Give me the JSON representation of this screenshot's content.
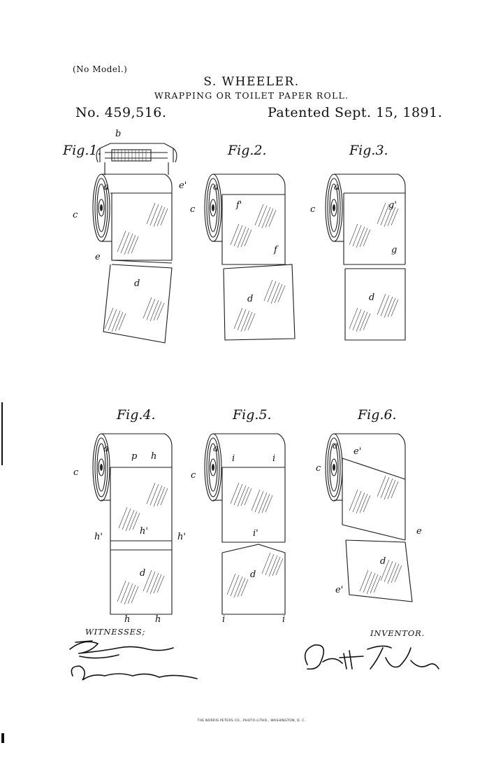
{
  "header": {
    "no_model": "(No Model.)",
    "inventor": "S. WHEELER.",
    "title": "WRAPPING OR TOILET PAPER ROLL.",
    "number": "No. 459,516.",
    "patented": "Patented Sept. 15, 1891."
  },
  "figures": [
    {
      "label": "Fig.1."
    },
    {
      "label": "Fig.2."
    },
    {
      "label": "Fig.3."
    },
    {
      "label": "Fig.4."
    },
    {
      "label": "Fig.5."
    },
    {
      "label": "Fig.6."
    }
  ],
  "reference_letters": {
    "a": "a",
    "b": "b",
    "c": "c",
    "d": "d",
    "e": "e",
    "e_prime": "e'",
    "f": "f",
    "f_prime": "f'",
    "g": "g",
    "g_prime": "g'",
    "h": "h",
    "h_prime": "h'",
    "i": "i",
    "i_prime": "i'",
    "p": "p"
  },
  "footer": {
    "witnesses": "WITNESSES;",
    "inventor_label": "INVENTOR.",
    "imprint": "THE NORRIS PETERS CO., PHOTO-LITHO., WASHINGTON, D. C."
  }
}
